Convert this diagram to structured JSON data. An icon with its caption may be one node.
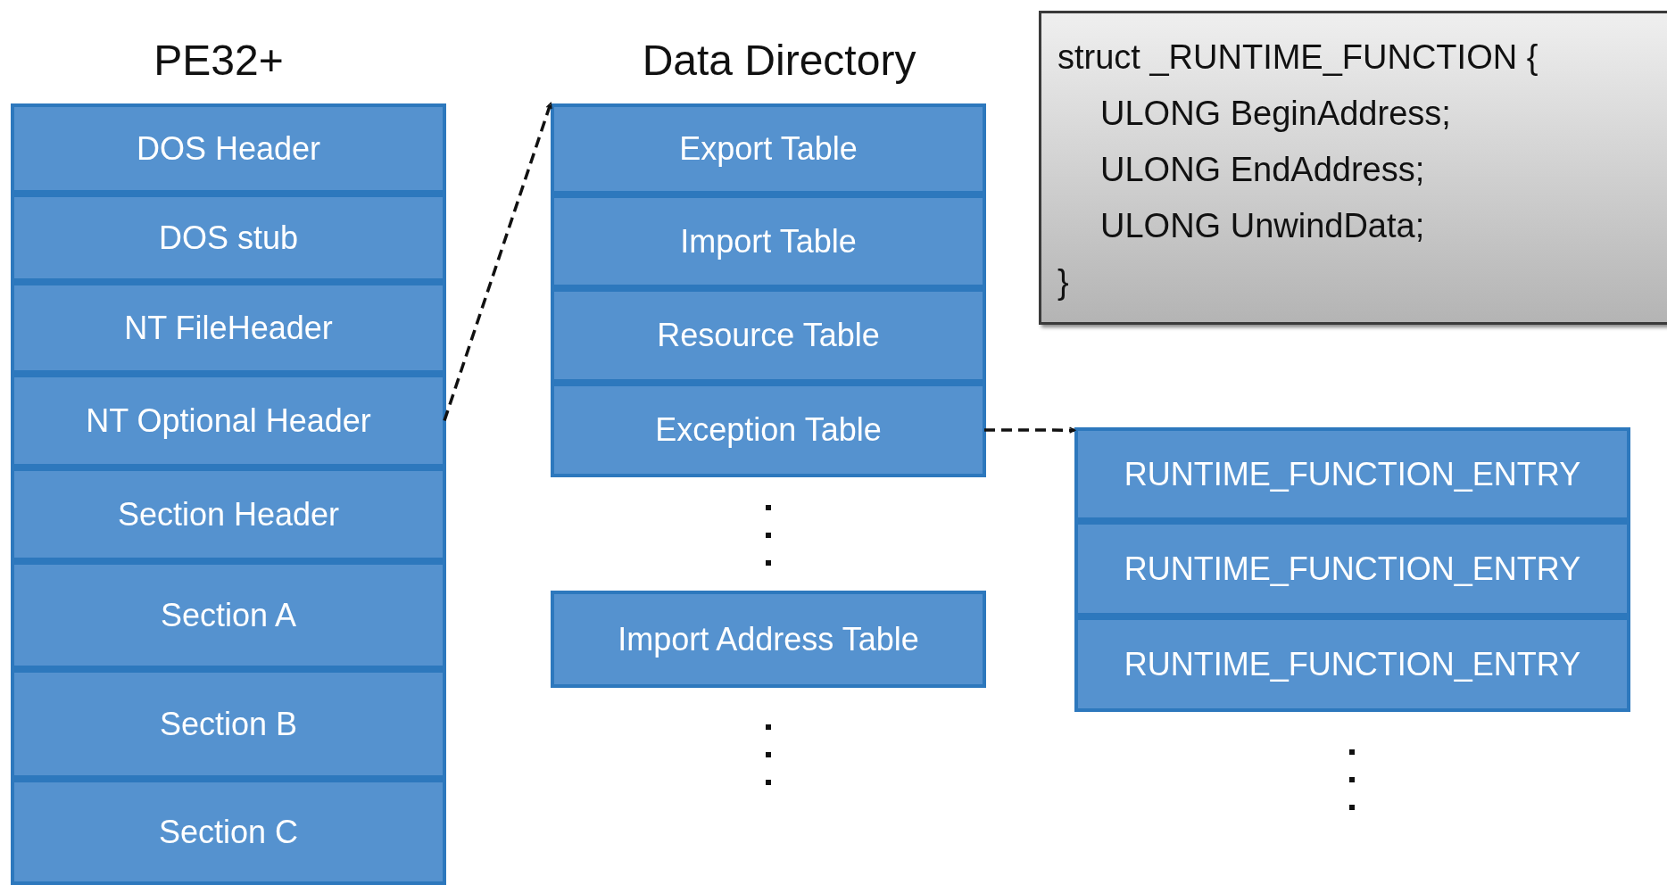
{
  "diagram": {
    "nodes": [
      {
        "text": [
          "DOS Header"
        ]
      },
      {
        "text": [
          "DOS stub"
        ]
      },
      {
        "text": [
          "NT FileHeader"
        ]
      },
      {
        "text": [
          "NT Optional Header"
        ]
      },
      {
        "text": [
          "Section Header"
        ]
      },
      {
        "text": [
          "Section A"
        ]
      },
      {
        "text": [
          "Section B"
        ]
      },
      {
        "text": [
          "Section C"
        ]
      },
      {
        "text": [
          "Export Table"
        ]
      },
      {
        "text": [
          "Import Table"
        ]
      },
      {
        "text": [
          "Resource Table"
        ]
      },
      {
        "text": [
          "Exception Table"
        ]
      },
      {
        "text": [
          "Import Address Table"
        ]
      },
      {
        "text": [
          "struct _RUNTIME_FUNCTION {",
          "ULONG BeginAddress;",
          "ULONG EndAddress;",
          "ULONG UnwindData;",
          "}"
        ]
      },
      {
        "text": [
          "RUNTIME_FUNCTION_ENTRY"
        ]
      },
      {
        "text": [
          "RUNTIME_FUNCTION_ENTRY"
        ]
      },
      {
        "text": [
          "RUNTIME_FUNCTION_ENTRY"
        ]
      }
    ],
    "edges": [
      {
        "from": 3,
        "to": 8,
        "arrow": "to",
        "style": "dashed"
      },
      {
        "from": 11,
        "to": 14,
        "arrow": "to",
        "style": "dashed"
      }
    ],
    "labels": [
      "PE32+",
      "Data Directory"
    ]
  }
}
